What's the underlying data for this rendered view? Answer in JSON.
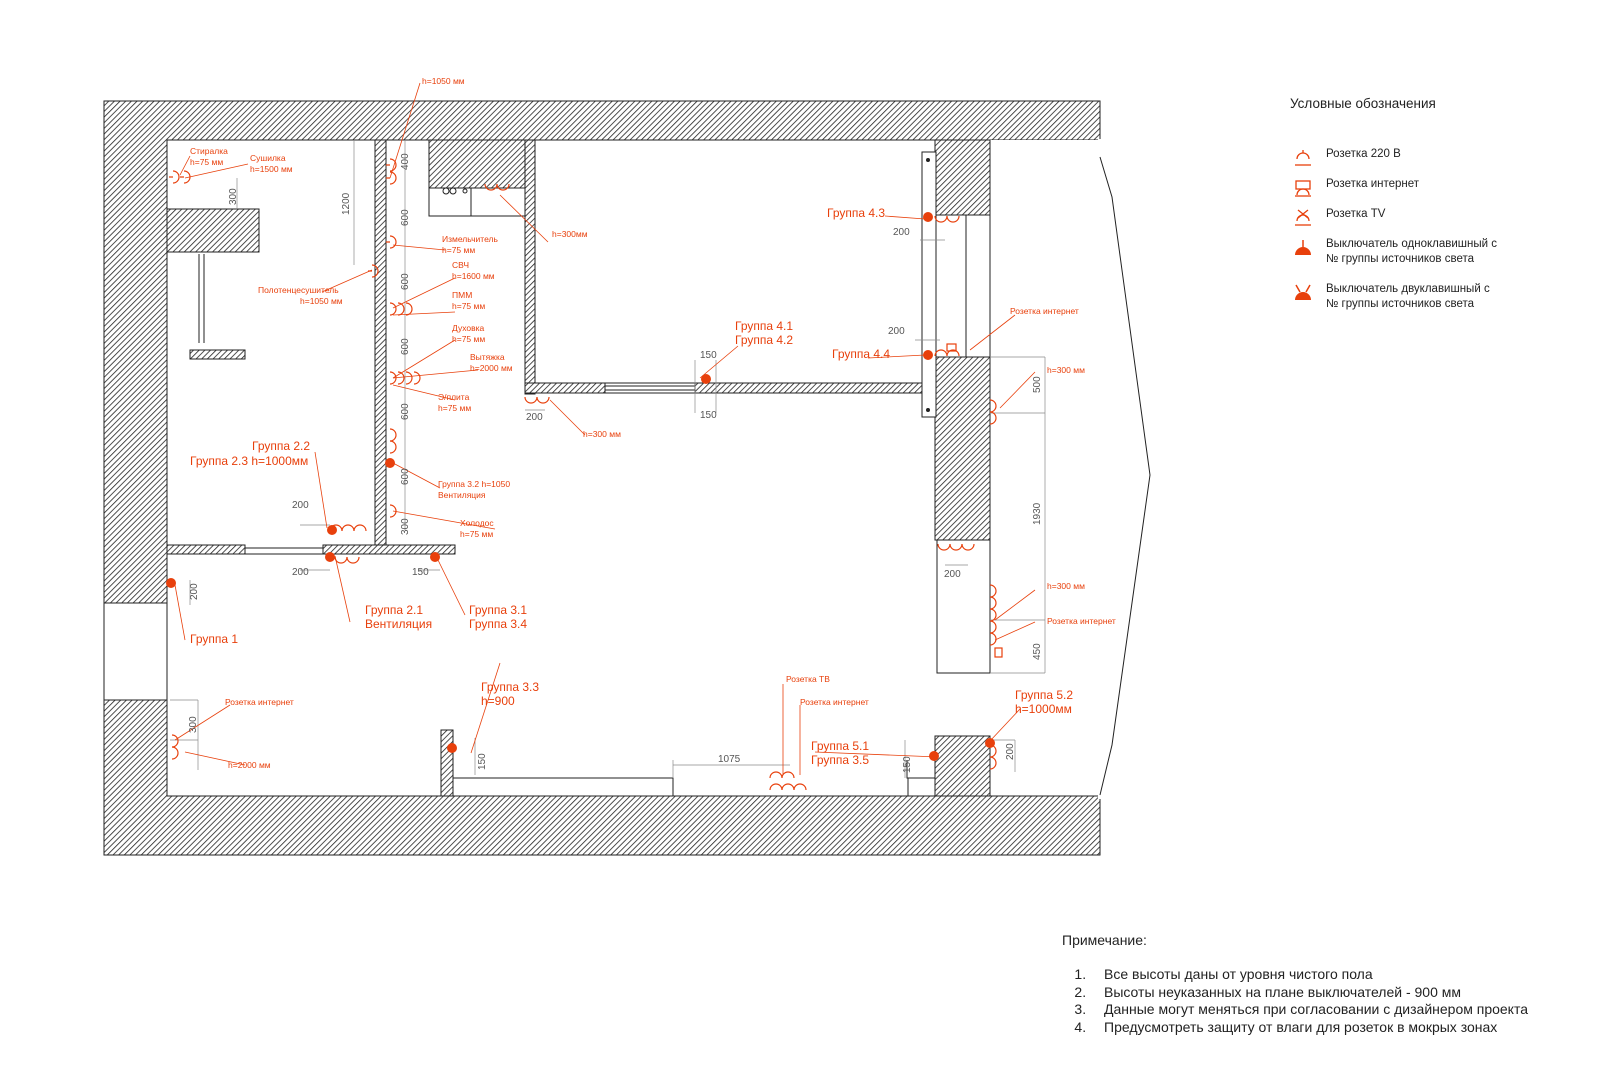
{
  "legend": {
    "title": "Условные обозначения",
    "items": [
      {
        "icon": "socket-220v-icon",
        "label": "Розетка 220 В"
      },
      {
        "icon": "socket-internet-icon",
        "label": "Розетка интернет"
      },
      {
        "icon": "socket-tv-icon",
        "label": "Розетка TV"
      },
      {
        "icon": "single-switch-icon",
        "label": "Выключатель одноклавишный с",
        "label2": "№  группы источников света"
      },
      {
        "icon": "double-switch-icon",
        "label": "Выключатель двуклавишный с",
        "label2": "№  группы источников света"
      }
    ]
  },
  "notes": {
    "title": "Примечание:",
    "items": [
      "Все высоты даны от уровня чистого пола",
      "Высоты неуказанных на плане выключателей - 900 мм",
      "Данные могут меняться при согласовании с дизайнером проекта",
      "Предусмотреть защиту от влаги для  розеток в мокрых зонах"
    ]
  },
  "labels": {
    "g1": "Группа  1",
    "g21": "Группа  2.1",
    "vent1": "Вентиляция",
    "g22": "Группа 2.2",
    "g23": "Группа 2.3 h=1000мм",
    "g31": "Группа  3.1",
    "g34": "Группа 3.4",
    "g32": "Группа 3.2 h=1050",
    "vent2": "Вентиляция",
    "g33": "Группа 3.3",
    "h900": "h=900",
    "g41": "Группа 4.1",
    "g42": "Группа 4.2",
    "g43": "Группа 4.3",
    "g44": "Группа 4.4",
    "g51": "Группа 5.1",
    "g35": "Группа 3.5",
    "g52": "Группа 5.2",
    "h1000": "h=1000мм",
    "stiralka": "Стиралка",
    "h75a": "h=75 мм",
    "sushilka": "Сушилка",
    "h1500": "h=1500 мм",
    "polot": "Полотенцесушитель",
    "h1050a": "h=1050 мм",
    "h1050top": "h=1050 мм",
    "izmel": "Измельчитель",
    "h75b": "h=75 мм",
    "svch": "СВЧ",
    "h1600": "h=1600 мм",
    "pmm": "ПММ",
    "h75c": "h=75 мм",
    "duhovka": "Духовка",
    "h75d": "h=75 мм",
    "vytyazhka": "Вытяжка",
    "h2000a": "h=2000 мм",
    "eplita": "Э/плита",
    "h75e": "h=75 мм",
    "holodos": "Холодос",
    "h75f": "h=75 мм",
    "h300a": "h=300мм",
    "h300b": "h=300 мм",
    "h300c": "h=300 мм",
    "h300d": "h=300 мм",
    "rint1": "Розетка интернет",
    "rint2": "Розетка интернет",
    "rint3": "Розетка интернет",
    "rint4": "Розетка интернет",
    "h2000b": "h=2000 мм",
    "rtv": "Розетка ТВ"
  },
  "dims": {
    "d1200": "1200",
    "d300a": "300",
    "d400": "400",
    "d600a": "600",
    "d600b": "600",
    "d600c": "600",
    "d600d": "600",
    "d600e": "600",
    "d300b": "300",
    "d200a": "200",
    "d200b": "200",
    "d150a": "150",
    "d200c": "200",
    "d200d": "200",
    "d150b": "150",
    "d150c": "150",
    "d200e": "200",
    "d200f": "200",
    "d500": "500",
    "d1930": "1930",
    "d200g": "200",
    "d450": "450",
    "d300c": "300",
    "d150d": "150",
    "d1075": "1075",
    "d150e": "150",
    "d200h": "200"
  }
}
